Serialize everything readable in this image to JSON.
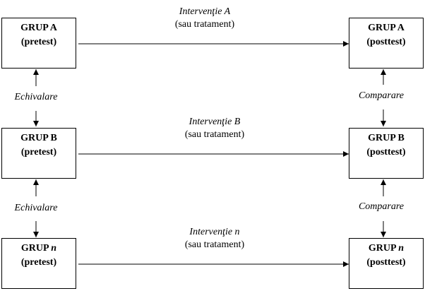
{
  "groups": [
    {
      "pre": {
        "title_prefix": "GRUP ",
        "title_letter": "A",
        "sub": "(pretest)"
      },
      "post": {
        "title_prefix": "GRUP ",
        "title_letter": "A",
        "sub": "(posttest)"
      },
      "intervention": {
        "name": "Intervenţie A",
        "note": "(sau tratament)"
      }
    },
    {
      "pre": {
        "title_prefix": "GRUP ",
        "title_letter": "B",
        "sub": "(pretest)"
      },
      "post": {
        "title_prefix": "GRUP ",
        "title_letter": "B",
        "sub": "(posttest)"
      },
      "intervention": {
        "name": "Intervenţie B",
        "note": "(sau tratament)"
      }
    },
    {
      "pre": {
        "title_prefix": "GRUP ",
        "title_letter": "n",
        "sub": "(pretest)"
      },
      "post": {
        "title_prefix": "GRUP ",
        "title_letter": "n",
        "sub": "(posttest)"
      },
      "intervention": {
        "name": "Intervenţie n",
        "note": "(sau tratament)"
      }
    }
  ],
  "left_links": [
    "Echivalare",
    "Echivalare"
  ],
  "right_links": [
    "Comparare",
    "Comparare"
  ]
}
